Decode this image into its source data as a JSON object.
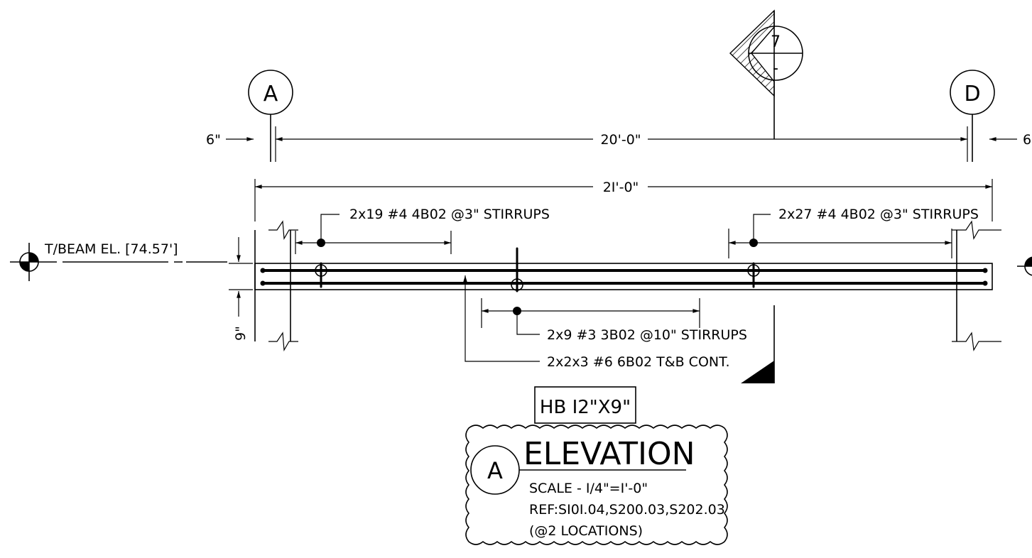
{
  "grid": {
    "left": "A",
    "right": "D"
  },
  "section_marker": {
    "number": "7",
    "sheet": "-"
  },
  "dimensions": {
    "left_offset": "6\"",
    "span": "20'-0\"",
    "right_offset": "6",
    "overall": "2I'-0\""
  },
  "elevation_tag": "T/BEAM EL. [74.57']",
  "depth_label": "9\"",
  "stirrups": {
    "left": "2x19 #4 4B02 @3\" STIRRUPS",
    "right": "2x27 #4 4B02 @3\" STIRRUPS",
    "middle": "2x9 #3 3B02 @10\" STIRRUPS"
  },
  "continuous_bars": "2x2x3 #6 6B02  T&B CONT.",
  "beam_mark": "HB I2\"X9\"",
  "title_block": {
    "bubble": "A",
    "title": "ELEVATION",
    "scale": "SCALE - I/4\"=I'-0\"",
    "ref": "REF:SI0I.04,S200.03,S202.03",
    "locations": "(@2 LOCATIONS)"
  }
}
